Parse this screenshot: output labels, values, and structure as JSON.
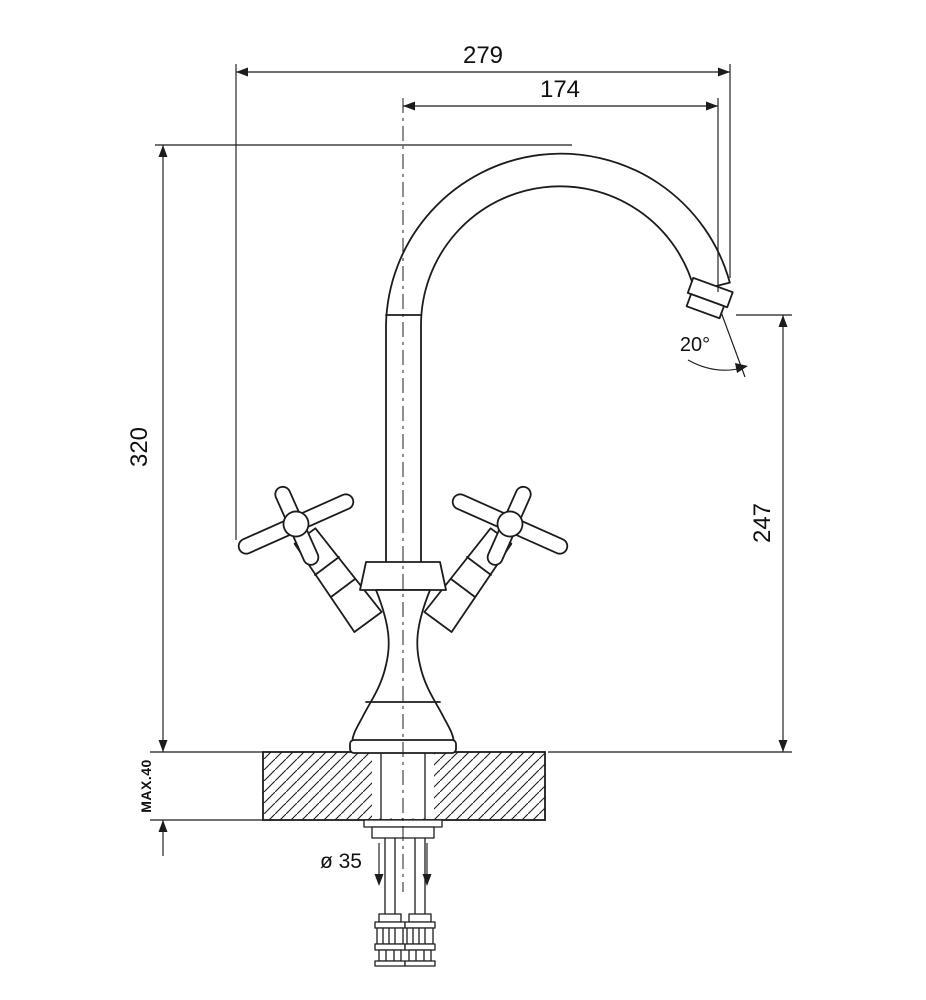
{
  "drawing": {
    "kind": "faucet-dimensional-drawing",
    "labels": {
      "overall_width": "279",
      "spout_reach": "174",
      "overall_height": "320",
      "spout_height": "247",
      "spout_angle": "20°",
      "max_deck_thickness": "MAX.40",
      "hole_diameter": "ø 35"
    },
    "colors": {
      "line": "#1c1c1c",
      "background": "#ffffff"
    }
  }
}
